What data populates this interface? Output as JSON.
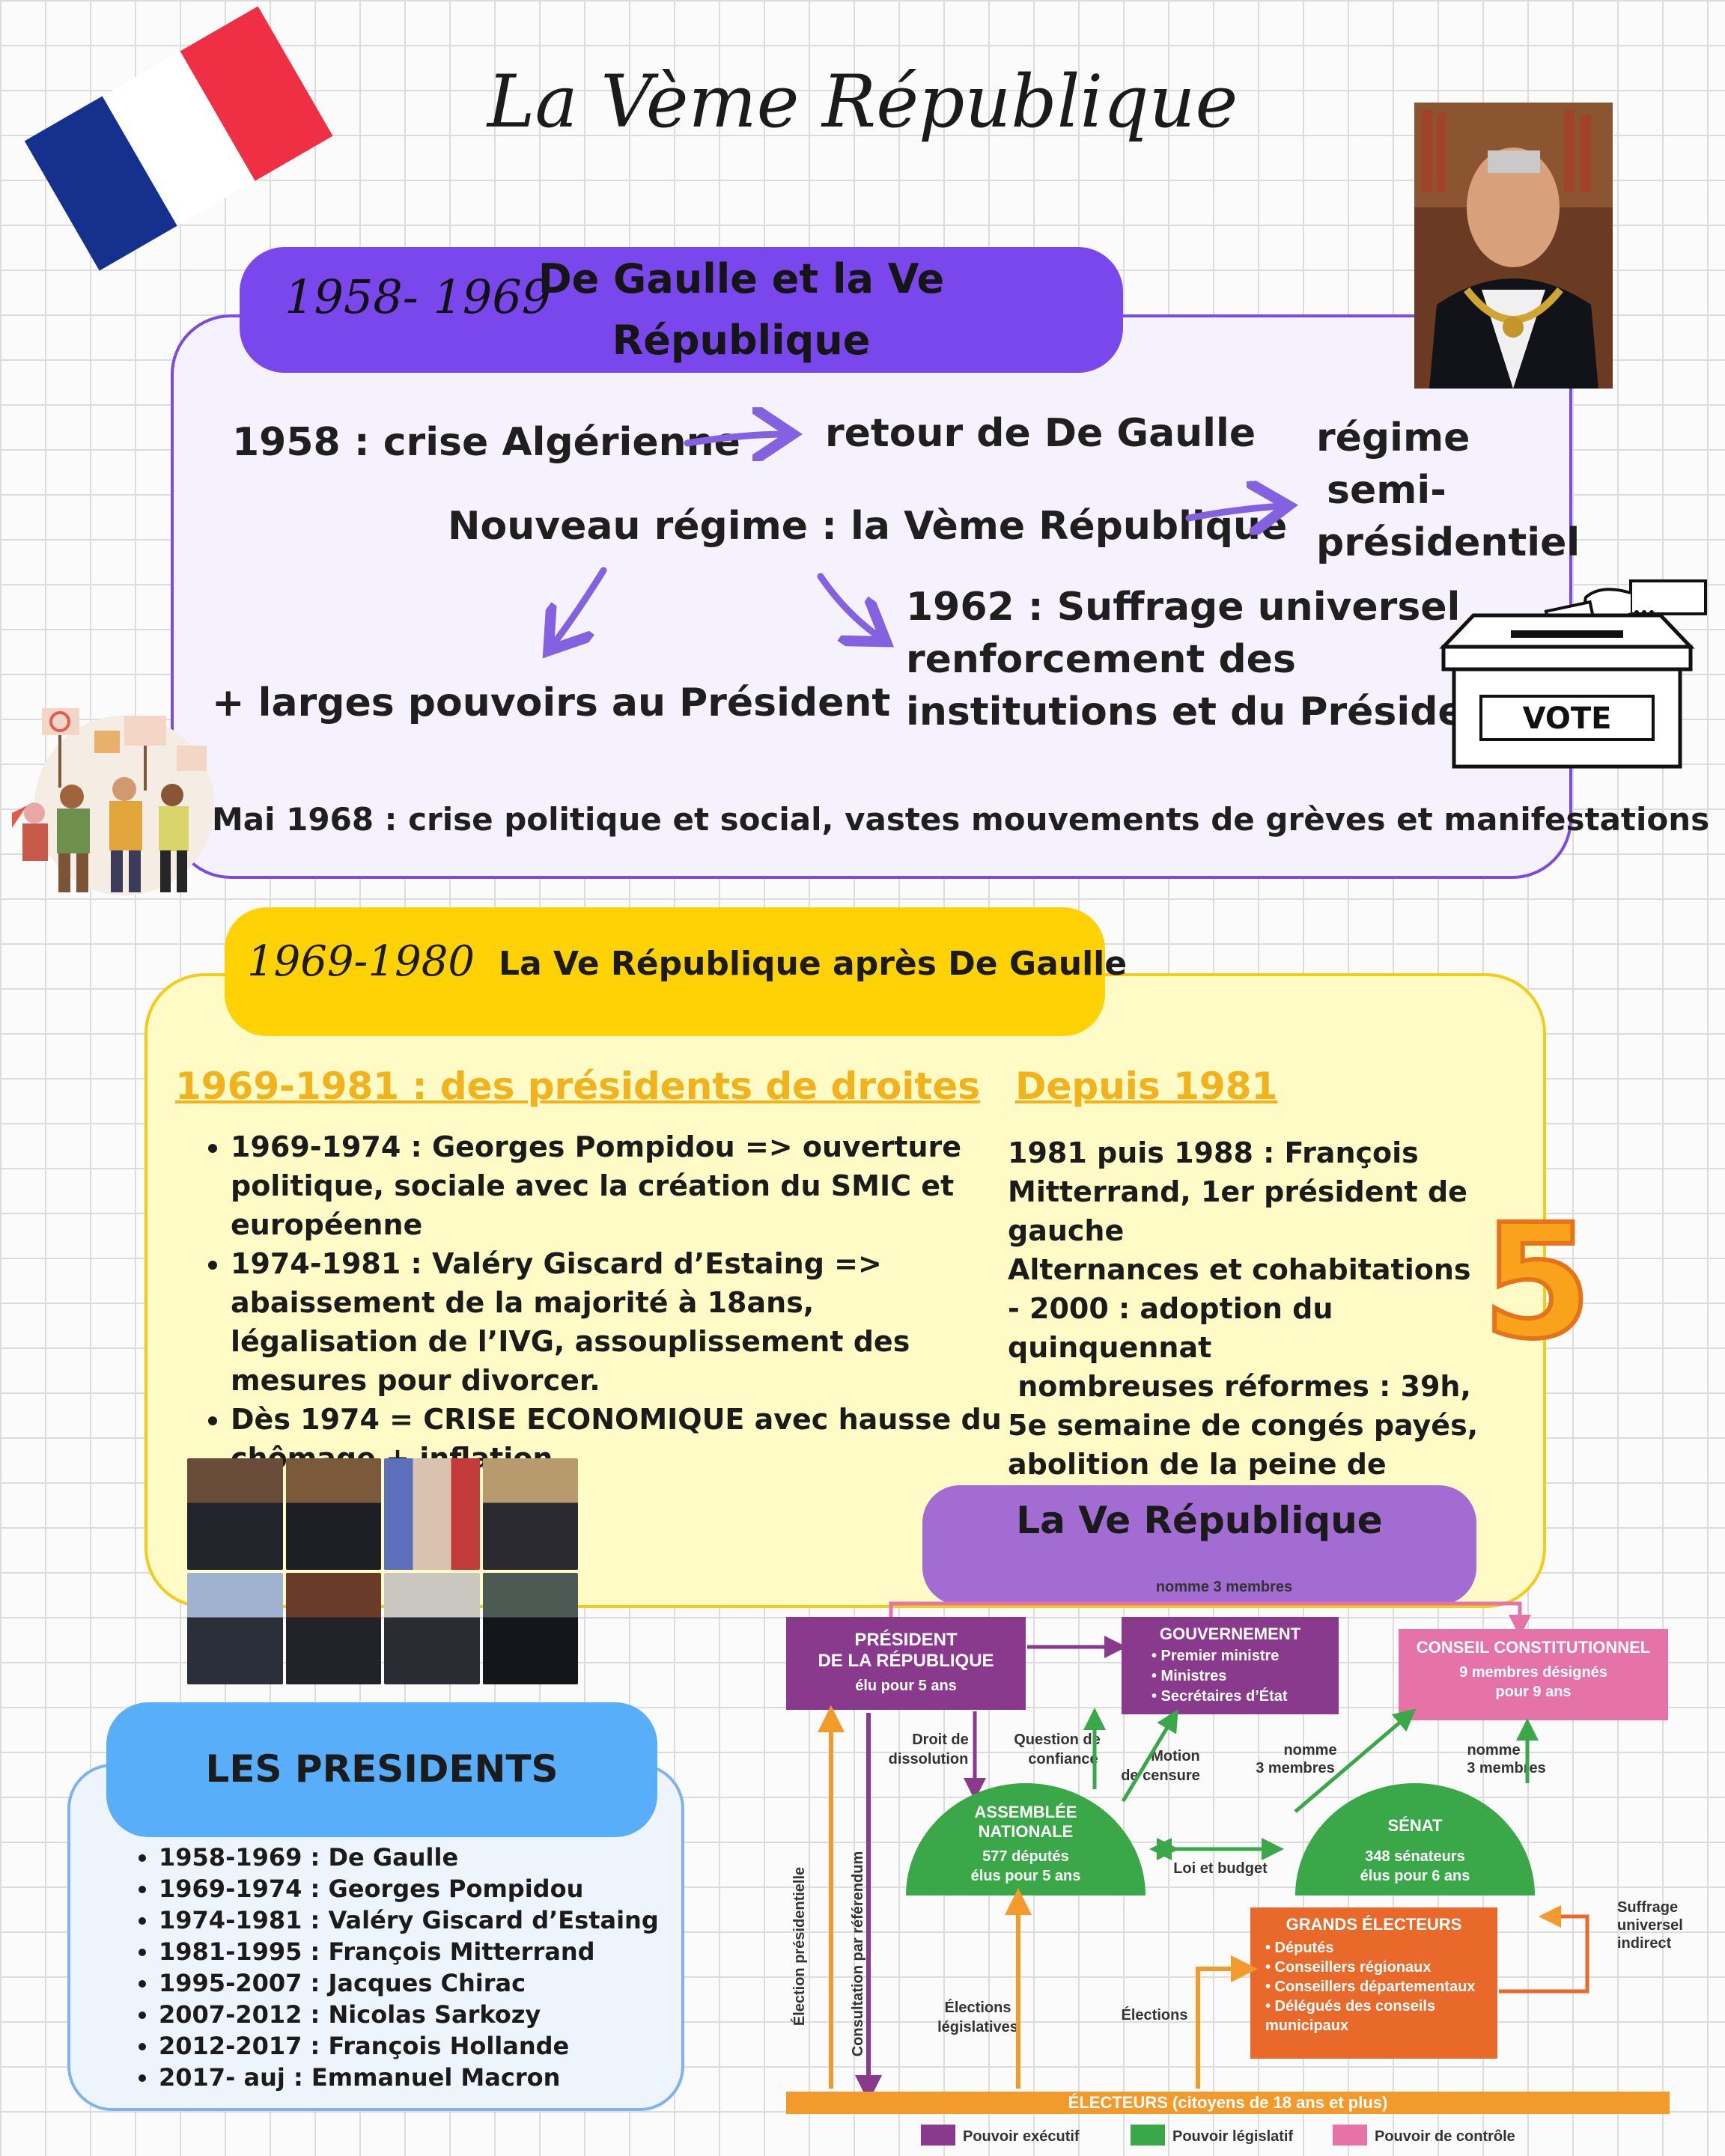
{
  "title": "La Vème République",
  "section1": {
    "years": "1958- 1969",
    "title": "De Gaulle et la Ve République",
    "crisis": "1958 : crise Algérienne",
    "return": "retour de De Gaulle",
    "new_regime": "Nouveau régime : la Vème République",
    "semi": [
      "régime",
      "semi-",
      "présidentiel"
    ],
    "suffrage": [
      "1962 : Suffrage universel",
      "renforcement des",
      "institutions et du Président"
    ],
    "powers": "+ larges pouvoirs au Président",
    "may68": "Mai 1968 : crise politique et social, vastes mouvements de grèves et manifestations",
    "vote_label": "VOTE"
  },
  "section2": {
    "years": "1969-1980",
    "title": "La Ve République après De Gaulle",
    "left_heading": "1969-1981 : des présidents de droites",
    "left_items": [
      "1969-1974 : Georges Pompidou => ouverture politique, sociale avec la création du SMIC et européenne",
      " 1974-1981 :  Valéry Giscard d’Estaing => abaissement de la majorité à 18ans, légalisation de l’IVG, assouplissement des mesures pour divorcer.",
      "Dès 1974 = CRISE ECONOMIQUE avec hausse du chômage + inflation"
    ],
    "right_heading": "Depuis 1981",
    "right_lines": [
      "1981 puis 1988 : François Mitterrand, 1er président de gauche",
      "Alternances et cohabitations",
      "- 2000 : adoption du quinquennat",
      " nombreuses réformes : 39h, 5e semaine de congés payés, abolition de la peine de mort...."
    ],
    "badge": "5"
  },
  "presidents": {
    "title": "LES PRESIDENTS",
    "items": [
      "1958-1969 : De Gaulle",
      "1969-1974 : Georges Pompidou",
      "1974-1981 : Valéry Giscard d’Estaing",
      "1981-1995 : François Mitterrand",
      "1995-2007 : Jacques Chirac",
      "2007-2012 : Nicolas Sarkozy",
      "2012-2017 : François Hollande",
      "2017- auj : Emmanuel Macron"
    ]
  },
  "diagram": {
    "title": "La Ve République",
    "nomme_top": "nomme 3 membres",
    "president": [
      "PRÉSIDENT",
      "DE LA RÉPUBLIQUE",
      "élu pour 5 ans"
    ],
    "gouvernement": [
      "GOUVERNEMENT",
      "• Premier ministre",
      "• Ministres",
      "• Secrétaires d’État"
    ],
    "conseil": [
      "CONSEIL CONSTITUTIONNEL",
      "9 membres désignés",
      "pour 9 ans"
    ],
    "droit": [
      "Droit de",
      "dissolution"
    ],
    "question": [
      "Question de",
      "confiance"
    ],
    "motion": [
      "Motion",
      "de censure"
    ],
    "nomme_an": [
      "nomme",
      "3 membres"
    ],
    "nomme_senat": [
      "nomme",
      "3 membres"
    ],
    "assemblee": [
      "ASSEMBLÉE",
      "NATIONALE",
      "577 députés",
      "élus pour 5 ans"
    ],
    "senat": [
      "SÉNAT",
      "348 sénateurs",
      "élus pour 6 ans"
    ],
    "loi": "Loi et budget",
    "grands": [
      "GRANDS ÉLECTEURS",
      "• Députés",
      "• Conseillers régionaux",
      "• Conseillers départementaux",
      "• Délégués des conseils",
      "  municipaux"
    ],
    "suffrage": [
      "Suffrage",
      "universel",
      "indirect"
    ],
    "election_pres": "Élection présidentielle",
    "consultation": "Consultation par référendum",
    "elections_leg": [
      "Élections",
      "législatives"
    ],
    "elections": "Élections",
    "electeurs": "ÉLECTEURS (citoyens de 18 ans et plus)",
    "legend": [
      "Pouvoir exécutif",
      "Pouvoir législatif",
      "Pouvoir de contrôle"
    ],
    "colors": {
      "executif": "#8a3a8c",
      "legislatif": "#3aa848",
      "controle": "#e673a8",
      "electeurs": "#f39a2c",
      "grands": "#e9692a"
    }
  }
}
